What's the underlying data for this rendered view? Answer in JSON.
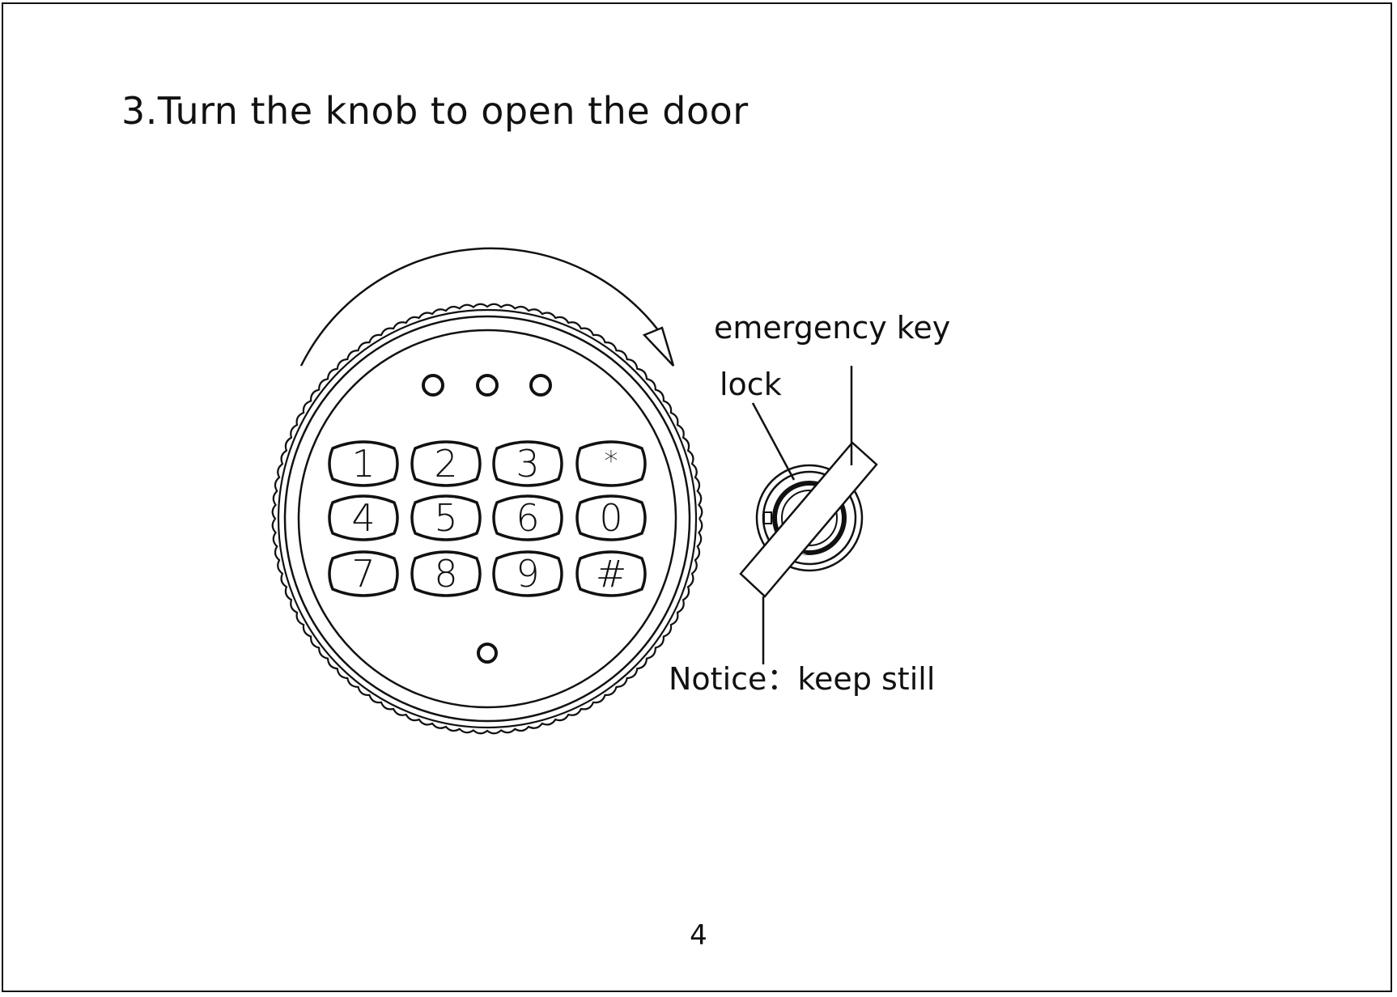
{
  "title": "3.Turn the knob to open the door",
  "labels": {
    "emergency_key": "emergency key",
    "lock": "lock",
    "notice": "Notice：keep still"
  },
  "keypad": {
    "rows": [
      [
        "1",
        "2",
        "3",
        "*"
      ],
      [
        "4",
        "5",
        "6",
        "0"
      ],
      [
        "7",
        "8",
        "9",
        "#"
      ]
    ]
  },
  "page_number": "4",
  "icons": {
    "rotation": "clockwise-arrow-icon",
    "indicators": "indicator-light-icon"
  }
}
